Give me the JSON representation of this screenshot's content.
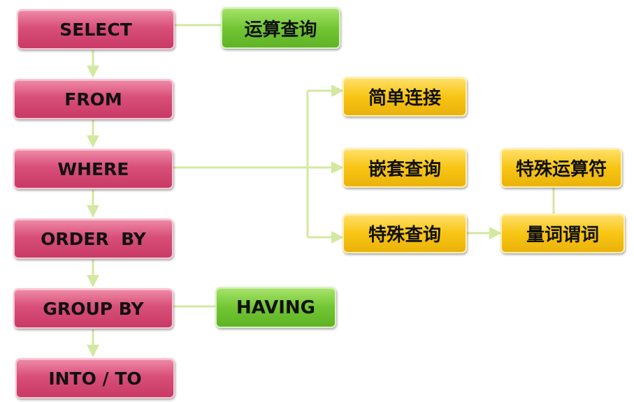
{
  "clauses": [
    "SELECT",
    "FROM",
    "WHERE",
    "ORDER  BY",
    "GROUP BY",
    "INTO / TO"
  ],
  "green_boxes": {
    "select_link": "运算查询",
    "group_link": "HAVING"
  },
  "where_branches": [
    "简单连接",
    "嵌套查询",
    "特殊查询"
  ],
  "special": {
    "quantifier": "量词谓词",
    "operator": "特殊运算符"
  },
  "colors": {
    "clause_box": "#d84f79",
    "green_box": "#72c633",
    "yellow_box": "#f8c513",
    "connector": "#d3e8a0"
  }
}
